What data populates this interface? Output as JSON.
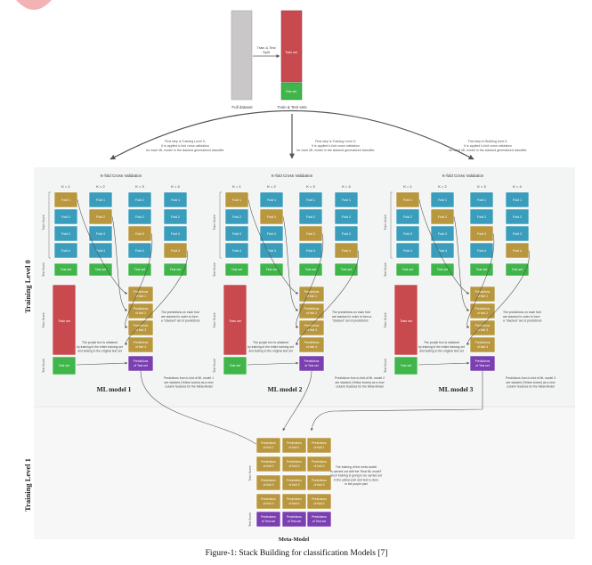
{
  "top": {
    "full_dataset_label": "Full dataset",
    "split_label_line1": "Train & Test",
    "split_label_line2": "Split",
    "train_set_label": "Train set",
    "test_set_label": "Test set",
    "train_test_sets_label": "Train & Test sets",
    "branch_notes": [
      [
        "First step is Training Level 0;",
        "It is applied k-fold cross validation",
        "for each ML model in the stacked generalized classifier"
      ],
      [
        "First step is Training Level 0;",
        "It is applied k-fold cross validation",
        "for each ML model in the stacked generalized classifier"
      ],
      [
        "First step is Building level 0;",
        "It is applied k-fold cross validation",
        "for each ML model in the stacked generalized classifier"
      ]
    ]
  },
  "levels": {
    "level0": "Training Level 0",
    "level1": "Training Level 1"
  },
  "kfold": {
    "titles": [
      "K-fold Cross Validation",
      "K-fold Cross Validation",
      "K-fold Cross Validation"
    ],
    "k_labels": [
      "K = 1",
      "K = 2",
      "K = 3",
      "K = 4"
    ],
    "fold_labels": [
      "Fold 1",
      "Fold 2",
      "Fold 3",
      "Fold 4"
    ],
    "test_label": "Test set",
    "train_bracket": "Train Score",
    "test_bracket": "Test Score",
    "train_set_label": "Train set",
    "test_set_label": "Test set",
    "pred_labels": [
      "Predictions of fold 1",
      "Predictions of fold 2",
      "Predictions of fold 3",
      "Predictions of fold 4",
      "Predictions of Test set"
    ]
  },
  "models": [
    {
      "name": "ML model 1",
      "stack_note": [
        "The predictions on each fold",
        "are stacked in order to form",
        "a \"stacked\" set of predictions"
      ],
      "purple_note": [
        "The purple box is obtained",
        "by training in the entire training set",
        "and testing in the original test set"
      ],
      "final_note": [
        "Predictions from k-fold of ML model 1",
        "are stacked (Yellow boxes) as a new",
        "column features for the Meta-Model"
      ]
    },
    {
      "name": "ML model 2",
      "stack_note": [
        "The predictions on each fold",
        "are stacked in order to form a",
        "\"stacked\" set of predictions"
      ],
      "purple_note": [
        "The purple box is obtained",
        "by training in the entire training set",
        "and testing in the original test set"
      ],
      "final_note": [
        "Predictions from k-fold of ML model 2",
        "are stacked (Yellow boxes) as a new",
        "column features for the Meta-Model"
      ]
    },
    {
      "name": "ML model 3",
      "stack_note": [
        "The predictions on each fold",
        "are stacked in order to form",
        "a \"stacked\" set of predictions"
      ],
      "purple_note": [
        "The purple box is obtained",
        "by training in the entire training set",
        "and testing in the original test set"
      ],
      "final_note": [
        "Predictions from k-fold of ML model 3",
        "are stacked (Yellow boxes) as a new",
        "column features for the Meta-Model"
      ]
    }
  ],
  "meta": {
    "name": "Meta-Model",
    "pred_labels": [
      "Predictions of fold 1",
      "Predictions of fold 2",
      "Predictions of fold 3",
      "Predictions of fold 4",
      "Predictions of Test set"
    ],
    "train_bracket": "Train Score",
    "test_bracket": "Test Score",
    "note": [
      "The training of the meta-model",
      "is carried out with the \"final ML model\"",
      "Such training is going to be carried out",
      "in the yellow part and test is done",
      "in the purple part"
    ]
  },
  "caption": "Figure-1: Stack Building for classification Models [7]",
  "colors": {
    "gray": "#c9c7c8",
    "red": "#c94a4e",
    "green": "#3fb54a",
    "blue": "#3a9dbb",
    "gold": "#b8973e",
    "purple": "#7a3fb0",
    "band": "#f2f3f3",
    "arrow": "#555555"
  }
}
